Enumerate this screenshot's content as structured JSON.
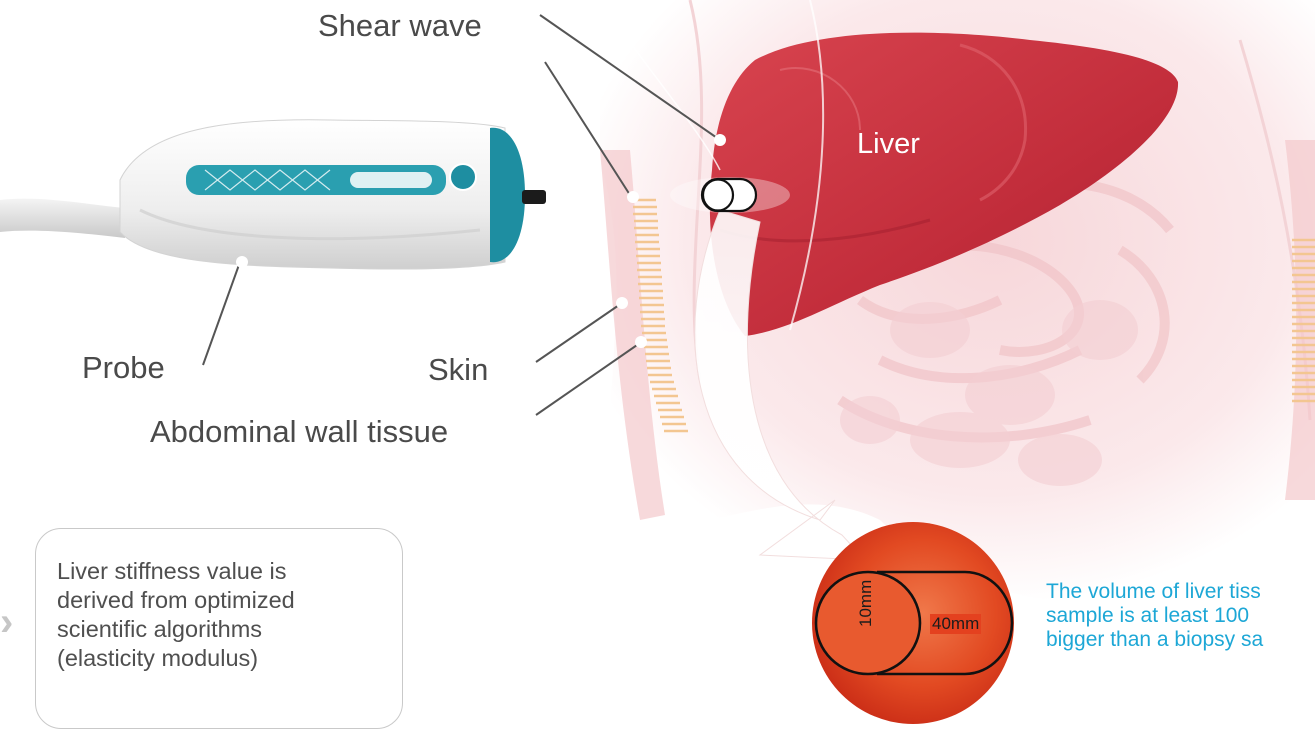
{
  "labels": {
    "shear_wave": "Shear wave",
    "liver": "Liver",
    "probe": "Probe",
    "skin": "Skin",
    "abdominal_wall": "Abdominal wall tissue"
  },
  "note": {
    "lines": [
      "Liver stiffness value is",
      "derived from optimized",
      "scientific algorithms",
      "(elasticity modulus)"
    ]
  },
  "sample": {
    "diameter": "10mm",
    "length": "40mm"
  },
  "info": {
    "lines": [
      "The volume of liver tiss",
      "sample is at least 100",
      "bigger than a biopsy sa"
    ]
  },
  "colors": {
    "liver": "#c8323f",
    "label_gray": "#4a4a4a",
    "info_blue": "#1da7d6",
    "probe_teal": "#1f93a6",
    "sample_red": "#e4411f"
  },
  "icons": {
    "probe": "ultrasound-probe",
    "note_bullet": "chevron-right"
  }
}
